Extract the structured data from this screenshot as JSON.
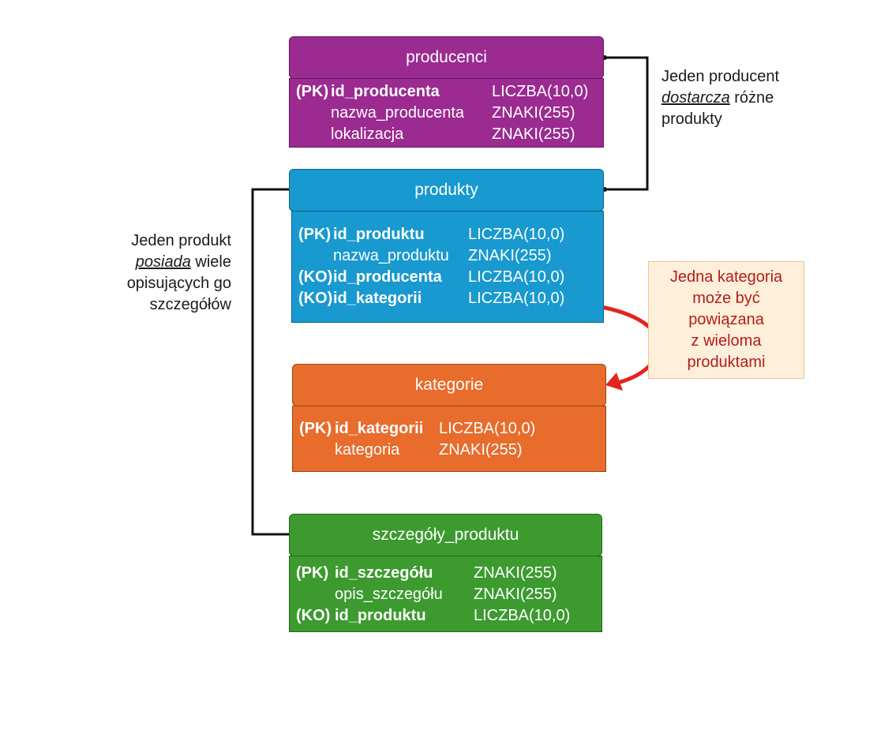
{
  "colors": {
    "producenci": "#9b2a91",
    "produkty": "#1899cf",
    "kategorie": "#e86c2c",
    "szczegoly": "#3c9a2f",
    "connector": "#111111",
    "arrow": "#e3251f"
  },
  "entities": {
    "producenci": {
      "title": "producenci",
      "rows": [
        {
          "key": "(PK)",
          "name": "id_producenta",
          "type": "LICZBA(10,0)"
        },
        {
          "key": "",
          "name": "nazwa_producenta",
          "type": "ZNAKI(255)"
        },
        {
          "key": "",
          "name": "lokalizacja",
          "type": "ZNAKI(255)"
        }
      ]
    },
    "produkty": {
      "title": "produkty",
      "rows": [
        {
          "key": "(PK)",
          "name": "id_produktu",
          "type": "LICZBA(10,0)"
        },
        {
          "key": "",
          "name": "nazwa_produktu",
          "type": "ZNAKI(255)"
        },
        {
          "key": "(KO)",
          "name": "id_producenta",
          "type": "LICZBA(10,0)"
        },
        {
          "key": "(KO)",
          "name": "id_kategorii",
          "type": "LICZBA(10,0)"
        }
      ]
    },
    "kategorie": {
      "title": "kategorie",
      "rows": [
        {
          "key": "(PK)",
          "name": "id_kategorii",
          "type": "LICZBA(10,0)"
        },
        {
          "key": "",
          "name": "kategoria",
          "type": "ZNAKI(255)"
        }
      ]
    },
    "szczegoly": {
      "title": "szczegóły_produktu",
      "rows": [
        {
          "key": "(PK)",
          "name": "id_szczegółu",
          "type": "ZNAKI(255)"
        },
        {
          "key": "",
          "name": "opis_szczegółu",
          "type": "ZNAKI(255)"
        },
        {
          "key": "(KO)",
          "name": "id_produktu",
          "type": "LICZBA(10,0)"
        }
      ]
    }
  },
  "notes": {
    "producer_supplies": {
      "line1": "Jeden producent",
      "line2_em": "dostarcza",
      "line2_rest": " różne",
      "line3": "produkty"
    },
    "product_has": {
      "line1": "Jeden produkt",
      "line2_em": "posiada",
      "line2_rest": " wiele",
      "line3": "opisujących go",
      "line4": "szczegółów"
    },
    "category_callout": {
      "line1": "Jedna kategoria",
      "line2": "może być",
      "line3": "powiązana",
      "line4": "z wieloma",
      "line5": "produktami"
    }
  }
}
